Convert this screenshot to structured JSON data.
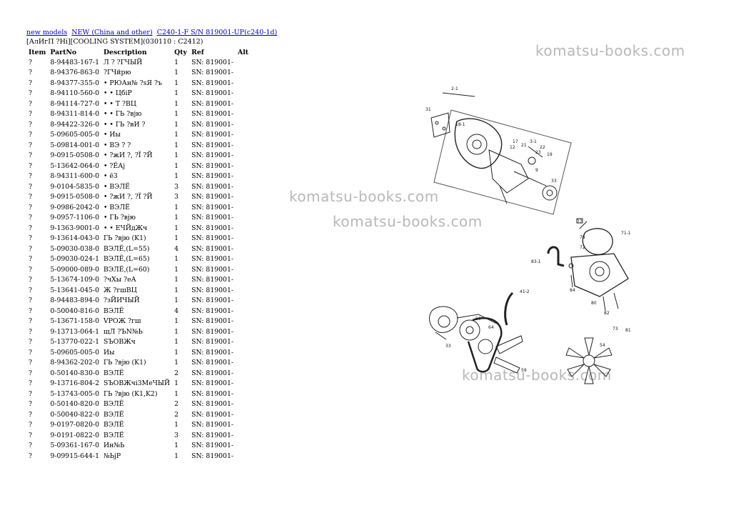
{
  "breadcrumb": {
    "link1": "new models",
    "link2": "NEW (China and other)",
    "link3": "C240-1-F S/N 819001-UP(c240-1d)"
  },
  "subtitle": "[АлИгП ?Hi][COOLING SYSTEM](030110 : C2412)",
  "table": {
    "headers": {
      "item": "Item",
      "partno": "PartNo",
      "desc": "Description",
      "qty": "Qty",
      "ref": "Ref",
      "alt": "Alt"
    },
    "rows": [
      {
        "item": "?",
        "partno": "8-94483-167-1",
        "desc": "Л ? ?ГЧЫЙ",
        "qty": "1",
        "ref": "SN: 819001-"
      },
      {
        "item": "?",
        "partno": "8-94376-863-0",
        "desc": "?ГЧйрю",
        "qty": "1",
        "ref": "SN: 819001-"
      },
      {
        "item": "?",
        "partno": "8-94377-355-0",
        "desc": "• РЮАн№ ?sЯ ?ъ",
        "qty": "1",
        "ref": "SN: 819001-"
      },
      {
        "item": "?",
        "partno": "8-94110-560-0",
        "desc": "• • ЦбіР",
        "qty": "1",
        "ref": "SN: 819001-"
      },
      {
        "item": "?",
        "partno": "8-94114-727-0",
        "desc": "• • Т ?ВЦ",
        "qty": "1",
        "ref": "SN: 819001-"
      },
      {
        "item": "?",
        "partno": "8-94311-814-0",
        "desc": "• • ГЬ ?вјю",
        "qty": "1",
        "ref": "SN: 819001-"
      },
      {
        "item": "?",
        "partno": "8-94422-326-0",
        "desc": "• • ГЬ ?вИ ?",
        "qty": "1",
        "ref": "SN: 819001-"
      },
      {
        "item": "?",
        "partno": "5-09605-005-0",
        "desc": "• Иы",
        "qty": "1",
        "ref": "SN: 819001-"
      },
      {
        "item": "?",
        "partno": "5-09814-001-0",
        "desc": "• ВЭ ? ?",
        "qty": "1",
        "ref": "SN: 819001-"
      },
      {
        "item": "?",
        "partno": "9-0915-0508-0",
        "desc": "• ?жИ ?, ?Ї ?Й",
        "qty": "1",
        "ref": "SN: 819001-"
      },
      {
        "item": "?",
        "partno": "5-13642-064-0",
        "desc": "• ?ЁАј",
        "qty": "1",
        "ref": "SN: 819001-"
      },
      {
        "item": "?",
        "partno": "8-94311-600-0",
        "desc": "• ё3",
        "qty": "1",
        "ref": "SN: 819001-"
      },
      {
        "item": "?",
        "partno": "9-0104-5835-0",
        "desc": "• ВЭЛЁ",
        "qty": "3",
        "ref": "SN: 819001-"
      },
      {
        "item": "?",
        "partno": "9-0915-0508-0",
        "desc": "• ?жИ ?, ?Ї ?Й",
        "qty": "3",
        "ref": "SN: 819001-"
      },
      {
        "item": "?",
        "partno": "9-0986-2042-0",
        "desc": "• ВЭЛЁ",
        "qty": "1",
        "ref": "SN: 819001-"
      },
      {
        "item": "?",
        "partno": "9-0957-1106-0",
        "desc": "• ГЬ ?вјю",
        "qty": "1",
        "ref": "SN: 819001-"
      },
      {
        "item": "?",
        "partno": "9-1363-9001-0",
        "desc": "• • ЕЧЙдЖч",
        "qty": "1",
        "ref": "SN: 819001-"
      },
      {
        "item": "?",
        "partno": "9-13614-043-0",
        "desc": "ГЬ ?вјю (K1)",
        "qty": "1",
        "ref": "SN: 819001-"
      },
      {
        "item": "?",
        "partno": "5-09030-038-0",
        "desc": "ВЭЛЁ,(L=55)",
        "qty": "4",
        "ref": "SN: 819001-"
      },
      {
        "item": "?",
        "partno": "5-09030-024-1",
        "desc": "ВЭЛЁ,(L=65)",
        "qty": "1",
        "ref": "SN: 819001-"
      },
      {
        "item": "?",
        "partno": "5-09000-089-0",
        "desc": "ВЭЛЁ,(L=60)",
        "qty": "1",
        "ref": "SN: 819001-"
      },
      {
        "item": "?",
        "partno": "5-13674-109-0",
        "desc": "?чХы ?еА",
        "qty": "1",
        "ref": "SN: 819001-"
      },
      {
        "item": "?",
        "partno": "5-13641-045-0",
        "desc": "Ж ?гшВЦ",
        "qty": "1",
        "ref": "SN: 819001-"
      },
      {
        "item": "?",
        "partno": "8-94483-894-0",
        "desc": "?зЙИЧЫЙ",
        "qty": "1",
        "ref": "SN: 819001-"
      },
      {
        "item": "?",
        "partno": "0-50040-816-0",
        "desc": "ВЭЛЁ",
        "qty": "4",
        "ref": "SN: 819001-"
      },
      {
        "item": "?",
        "partno": "5-13671-158-0",
        "desc": "VРОЖ ?гш",
        "qty": "1",
        "ref": "SN: 819001-"
      },
      {
        "item": "?",
        "partno": "9-13713-064-1",
        "desc": "щЛ ?ЪN№Ь",
        "qty": "1",
        "ref": "SN: 819001-"
      },
      {
        "item": "?",
        "partno": "5-13770-022-1",
        "desc": "SЪОВЖч",
        "qty": "1",
        "ref": "SN: 819001-"
      },
      {
        "item": "?",
        "partno": "5-09605-005-0",
        "desc": "Иы",
        "qty": "1",
        "ref": "SN: 819001-"
      },
      {
        "item": "?",
        "partno": "8-94362-202-0",
        "desc": "ГЬ ?вјю (K1)",
        "qty": "1",
        "ref": "SN: 819001-"
      },
      {
        "item": "?",
        "partno": "0-50140-830-0",
        "desc": "ВЭЛЁ",
        "qty": "2",
        "ref": "SN: 819001-"
      },
      {
        "item": "?",
        "partno": "9-13716-804-2",
        "desc": "SЪОВЖчі3МеЧЫЙ",
        "qty": "1",
        "ref": "SN: 819001-"
      },
      {
        "item": "?",
        "partno": "5-13743-005-0",
        "desc": "ГЬ ?вјю (K1,K2)",
        "qty": "1",
        "ref": "SN: 819001-"
      },
      {
        "item": "?",
        "partno": "0-50140-820-0",
        "desc": "ВЭЛЁ",
        "qty": "2",
        "ref": "SN: 819001-"
      },
      {
        "item": "?",
        "partno": "0-50040-822-0",
        "desc": "ВЭЛЁ",
        "qty": "2",
        "ref": "SN: 819001-"
      },
      {
        "item": "?",
        "partno": "9-0197-0820-0",
        "desc": "ВЭЛЁ",
        "qty": "1",
        "ref": "SN: 819001-"
      },
      {
        "item": "?",
        "partno": "9-0191-0822-0",
        "desc": "ВЭЛЁ",
        "qty": "3",
        "ref": "SN: 819001-"
      },
      {
        "item": "?",
        "partno": "5-09361-167-0",
        "desc": "Ин№Ь",
        "qty": "1",
        "ref": "SN: 819001-"
      },
      {
        "item": "?",
        "partno": "9-09915-644-1",
        "desc": "№ЬјР",
        "qty": "1",
        "ref": "SN: 819001-"
      }
    ]
  },
  "watermarks": {
    "w1": "komatsu-books.com",
    "w2": "komatsu-books.com",
    "w3": "komatsu-books.com",
    "w4": "komatsu-books.com"
  },
  "diagram": {
    "callouts": [
      "2-1",
      "31",
      "18-1",
      "3-1",
      "22",
      "23",
      "19",
      "21",
      "17",
      "12",
      "9",
      "33",
      "77",
      "71-1",
      "78",
      "72",
      "83-1",
      "84",
      "80",
      "82",
      "73",
      "81",
      "41-2",
      "50",
      "33",
      "64",
      "54",
      "59"
    ]
  }
}
